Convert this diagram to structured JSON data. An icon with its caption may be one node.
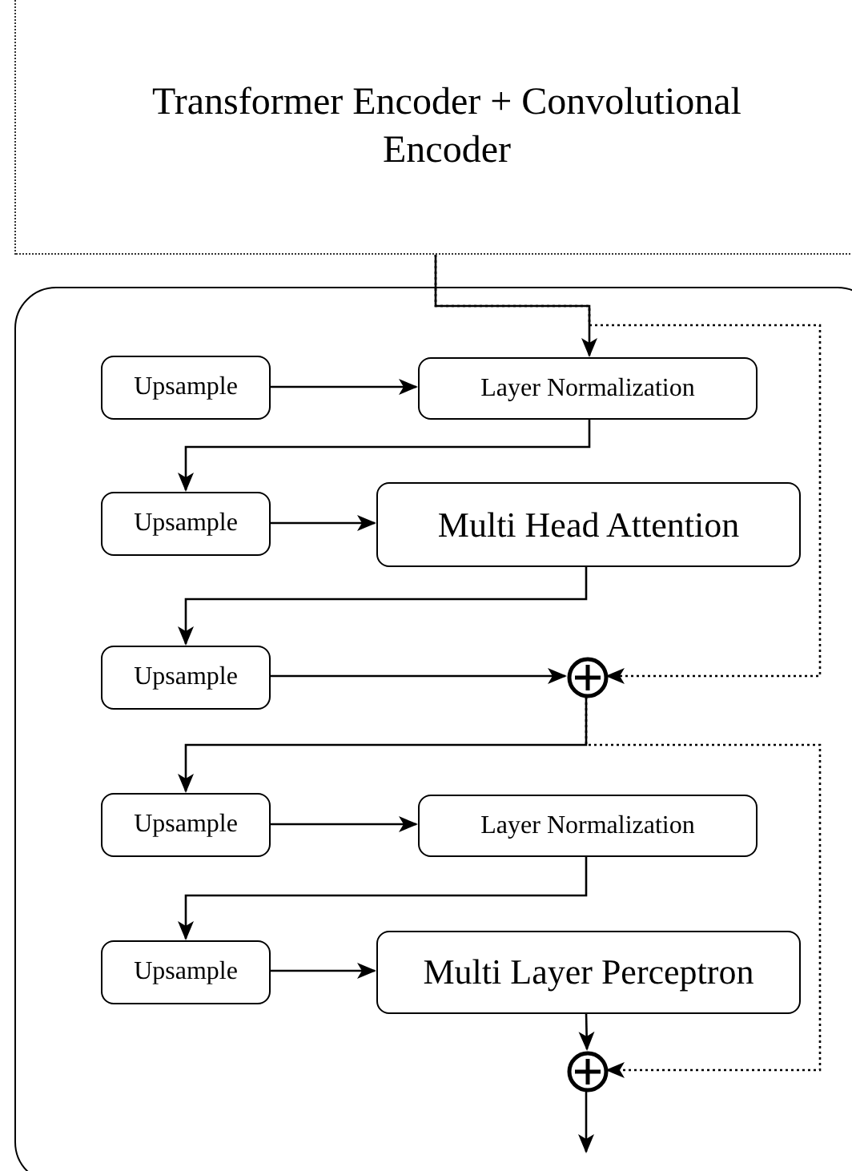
{
  "diagram": {
    "nodes": [
      {
        "text": [
          "Transformer Encoder + Convolutional Encoder"
        ]
      },
      {
        "text": [],
        "shape": "box"
      },
      {
        "text": [
          "Upsample"
        ],
        "in": 1
      },
      {
        "text": [
          "Layer Normalization"
        ],
        "in": 1
      },
      {
        "text": [
          "Upsample"
        ],
        "in": 1
      },
      {
        "text": [
          "Multi Head Attention"
        ],
        "in": 1
      },
      {
        "text": [
          "Upsample"
        ],
        "in": 1
      },
      {
        "text": [],
        "shape": "circle",
        "in": 1
      },
      {
        "text": [
          "Upsample"
        ],
        "in": 1
      },
      {
        "text": [
          "Layer Normalization"
        ],
        "in": 1
      },
      {
        "text": [
          "Upsample"
        ],
        "in": 1
      },
      {
        "text": [
          "Multi Layer Perceptron"
        ],
        "in": 1
      },
      {
        "text": [],
        "shape": "circle",
        "in": 1
      }
    ],
    "edges": [
      {
        "from": 0,
        "to": 3,
        "arrow": "to"
      },
      {
        "from": 0,
        "to": 7,
        "arrow": "to",
        "style": "dashed"
      },
      {
        "from": 2,
        "to": 3,
        "arrow": "to"
      },
      {
        "from": 3,
        "to": 4,
        "arrow": "to"
      },
      {
        "from": 4,
        "to": 5,
        "arrow": "to"
      },
      {
        "from": 5,
        "to": 6,
        "arrow": "to"
      },
      {
        "from": 6,
        "to": 7,
        "arrow": "to"
      },
      {
        "from": 7,
        "to": 8,
        "arrow": "to"
      },
      {
        "from": 7,
        "to": 12,
        "arrow": "to",
        "style": "dashed"
      },
      {
        "from": 8,
        "to": 9,
        "arrow": "to"
      },
      {
        "from": 9,
        "to": 10,
        "arrow": "to"
      },
      {
        "from": 10,
        "to": 11,
        "arrow": "to"
      },
      {
        "from": 11,
        "to": 12,
        "arrow": "to"
      },
      {
        "from": 12,
        "to": null,
        "arrow": "to"
      }
    ]
  }
}
